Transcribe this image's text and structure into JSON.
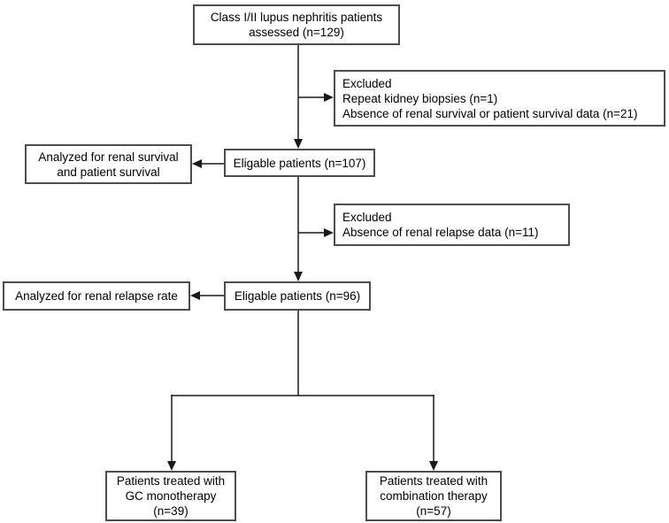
{
  "colors": {
    "background": "#ffffff",
    "box_border": "#4d4d4d",
    "box_fill": "#ffffff",
    "line": "#1a1a1a",
    "text": "#000000"
  },
  "flowchart": {
    "assessed": {
      "line1": "Class I/II lupus nephritis patients",
      "line2": "assessed (n=129)"
    },
    "excluded_survival": {
      "title": "Excluded",
      "reason1": "Repeat kidney biopsies (n=1)",
      "reason2": "Absence of renal survival or patient survival data (n=21)"
    },
    "analyzed_survival": {
      "line1": "Analyzed for renal survival",
      "line2": "and patient survival"
    },
    "eligible_survival": {
      "label": "Eligable patients (n=107)"
    },
    "excluded_relapse": {
      "title": "Excluded",
      "reason1": "Absence of renal relapse data (n=11)"
    },
    "analyzed_relapse": {
      "label": "Analyzed for renal relapse rate"
    },
    "eligible_relapse": {
      "label": "Eligable patients (n=96)"
    },
    "gc_monotherapy": {
      "line1": "Patients treated with",
      "line2": "GC monotherapy",
      "line3": "(n=39)"
    },
    "combination_therapy": {
      "line1": "Patients treated with",
      "line2": "combination therapy",
      "line3": "(n=57)"
    }
  }
}
